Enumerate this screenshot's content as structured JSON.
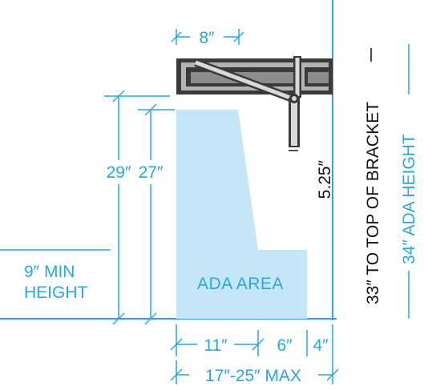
{
  "labels": {
    "top_width": "8″",
    "drop": "5.25″",
    "bracket_height": "33″ TO TOP OF BRACKET",
    "ada_height": "34″ ADA HEIGHT",
    "knee_outer": "29″",
    "knee_inner": "27″",
    "min_height_line1": "9″ MIN",
    "min_height_line2": "HEIGHT",
    "ada_area": "ADA AREA",
    "depth_a": "11″",
    "depth_b": "6″",
    "depth_c": "4″",
    "overall_depth": "17″-25″ MAX"
  },
  "colors": {
    "dimension_blue": "#29a7df",
    "ada_fill": "#c5e6f7",
    "bracket_dark": "#3a3a3a",
    "counter_gray": "#b3b3b3",
    "counter_light": "#d9d9d9"
  }
}
